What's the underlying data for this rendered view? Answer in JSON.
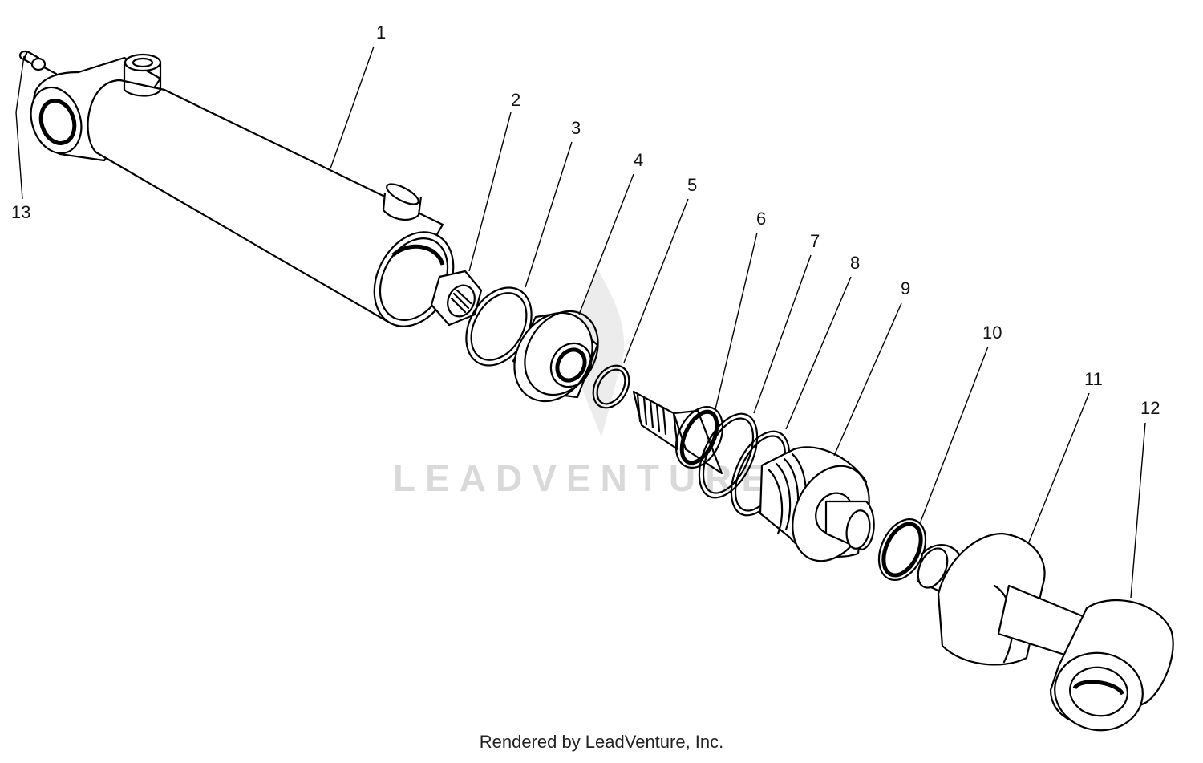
{
  "watermark": "LEADVENTURE",
  "footer_credit": "Rendered by LeadVenture, Inc.",
  "callouts": [
    "1",
    "2",
    "3",
    "4",
    "5",
    "6",
    "7",
    "8",
    "9",
    "10",
    "11",
    "12",
    "13"
  ]
}
